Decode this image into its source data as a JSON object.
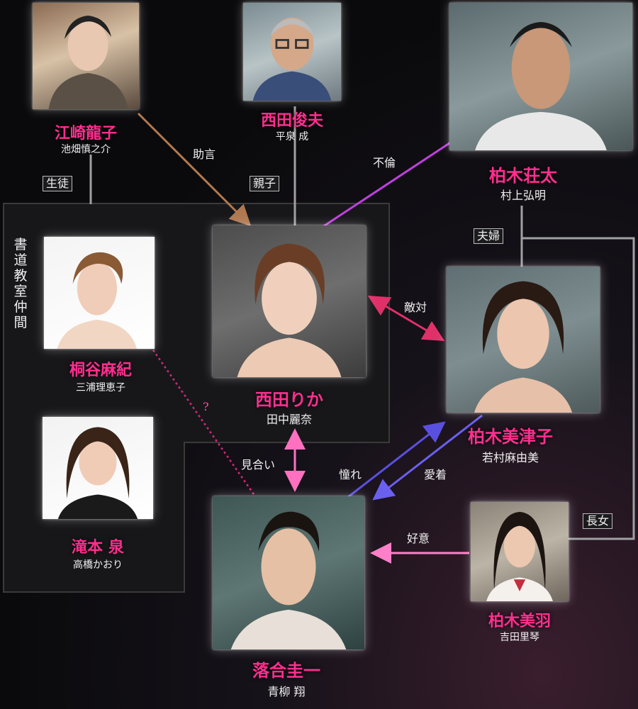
{
  "characters": {
    "ezaki": {
      "name": "江崎龍子",
      "actor": "池畑慎之介"
    },
    "nishida_toshio": {
      "name": "西田俊夫",
      "actor": "平泉 成"
    },
    "kashiwagi_sota": {
      "name": "柏木荘太",
      "actor": "村上弘明"
    },
    "kiriya": {
      "name": "桐谷麻紀",
      "actor": "三浦理恵子"
    },
    "nishida_rika": {
      "name": "西田りか",
      "actor": "田中麗奈"
    },
    "kashiwagi_mitsuko": {
      "name": "柏木美津子",
      "actor": "若村麻由美"
    },
    "takimoto": {
      "name": "滝本 泉",
      "actor": "高橋かおり"
    },
    "ochiai": {
      "name": "落合圭一",
      "actor": "青柳 翔"
    },
    "kashiwagi_miu": {
      "name": "柏木美羽",
      "actor": "吉田里琴"
    }
  },
  "relations": {
    "jogen": "助言",
    "furin": "不倫",
    "tekitai": "敵対",
    "question": "?",
    "miai": "見合い",
    "akogare": "憧れ",
    "aichaku": "愛着",
    "koui": "好意"
  },
  "tags": {
    "seito": "生徒",
    "oyako": "親子",
    "fuufu": "夫婦",
    "chojo": "長女"
  },
  "group_label": "書道教室仲間",
  "colors": {
    "name": "#ff2f8f",
    "jogen": "#b07850",
    "furin": "#c040e0",
    "tekitai": "#e0306a",
    "miai": "#ff70c0",
    "akogare": "#5a50e0",
    "aichaku": "#6a60f0",
    "koui": "#ff80c8",
    "question": "#d02a7a",
    "line_gray": "#a0a0a0"
  }
}
